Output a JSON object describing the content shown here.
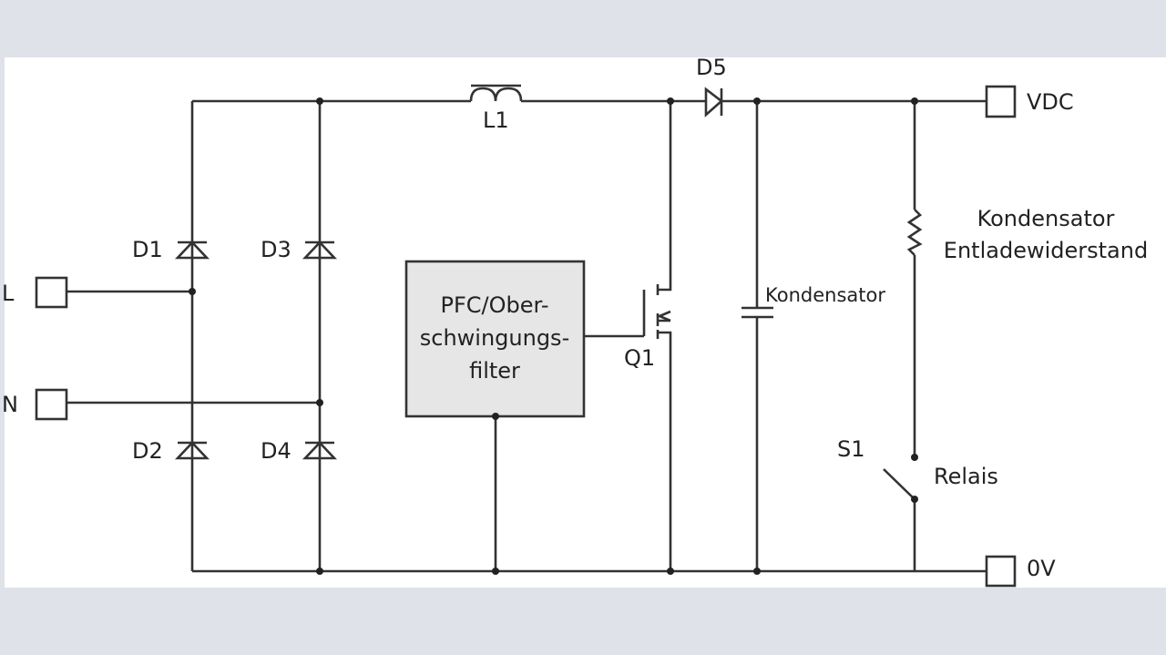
{
  "title": "PFC circuit with discharge resistor and relay",
  "components": {
    "d1": "D1",
    "d2": "D2",
    "d3": "D3",
    "d4": "D4",
    "d5": "D5",
    "l1": "L1",
    "q1": "Q1",
    "s1": "S1"
  },
  "terminals": {
    "l": "L",
    "n": "N",
    "vdc": "VDC",
    "zero_v": "0V"
  },
  "filter_block": {
    "line1": "PFC/Ober-",
    "line2": "schwingungs-",
    "line3": "filter"
  },
  "labels": {
    "capacitor": "Kondensator",
    "resistor_line1": "Kondensator",
    "resistor_line2": "Entladewiderstand",
    "relay": "Relais"
  }
}
